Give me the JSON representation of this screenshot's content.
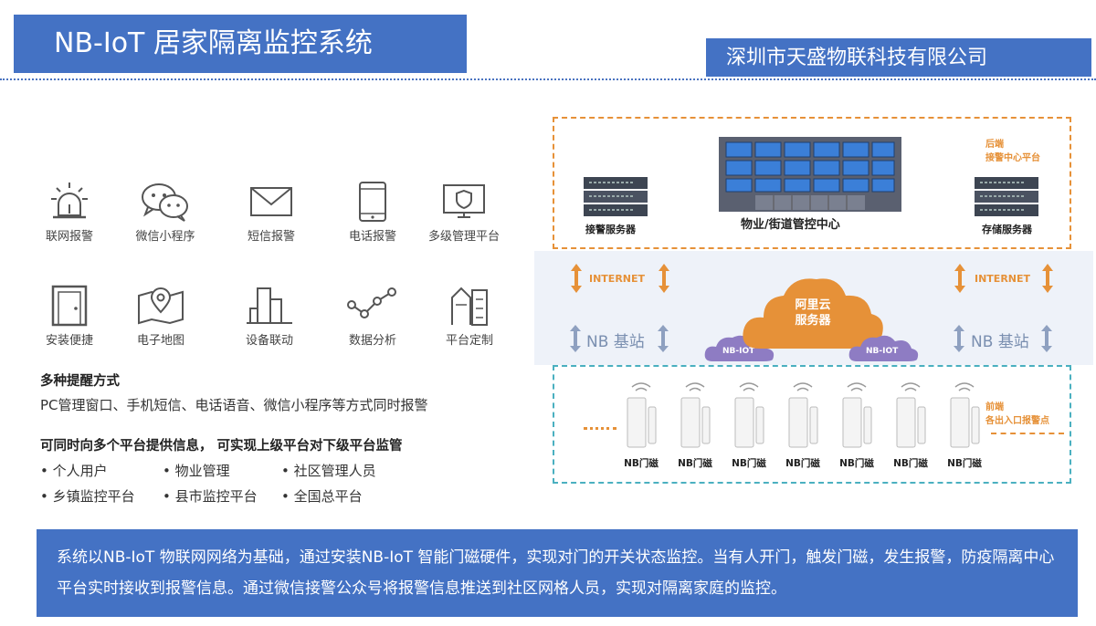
{
  "header": {
    "title": "NB-IoT 居家隔离监控系统",
    "company": "深圳市天盛物联科技有限公司"
  },
  "features": [
    {
      "label": "联网报警",
      "icon": "alarm-light-icon"
    },
    {
      "label": "微信小程序",
      "icon": "wechat-icon"
    },
    {
      "label": "短信报警",
      "icon": "envelope-icon"
    },
    {
      "label": "电话报警",
      "icon": "phone-icon"
    },
    {
      "label": "多级管理平台",
      "icon": "monitor-shield-icon"
    },
    {
      "label": "安装便捷",
      "icon": "door-icon"
    },
    {
      "label": "电子地图",
      "icon": "map-pin-icon"
    },
    {
      "label": "设备联动",
      "icon": "buildings-icon"
    },
    {
      "label": "数据分析",
      "icon": "data-nodes-icon"
    },
    {
      "label": "平台定制",
      "icon": "building-platform-icon"
    }
  ],
  "alert_methods": {
    "heading": "多种提醒方式",
    "text": "PC管理窗口、手机短信、电话语音、微信小程序等方式同时报警"
  },
  "platforms": {
    "heading": "可同时向多个平台提供信息， 可实现上级平台对下级平台监管",
    "items": [
      "• 个人用户",
      "• 物业管理",
      "• 社区管理人员",
      "• 乡镇监控平台",
      "• 县市监控平台",
      "• 全国总平台"
    ]
  },
  "diagram": {
    "alarm_server": "接警服务器",
    "control_center": "物业/街道管控中心",
    "storage_server": "存储服务器",
    "backend_label_1": "后端",
    "backend_label_2": "接警中心平台",
    "internet_left": "INTERNET",
    "internet_right": "INTERNET",
    "cloud_line_1": "阿里云",
    "cloud_line_2": "服务器",
    "nb_iot_left": "NB-IOT",
    "nb_iot_right": "NB-IOT",
    "nb_station_left": "NB 基站",
    "nb_station_right": "NB 基站",
    "frontend_label_1": "前端",
    "frontend_label_2": "各出入口报警点",
    "door_sensors": [
      "NB门磁",
      "NB门磁",
      "NB门磁",
      "NB门磁",
      "NB门磁",
      "NB门磁",
      "NB门磁"
    ]
  },
  "description": "系统以NB-IoT 物联网网络为基础，通过安装NB-IoT 智能门磁硬件，实现对门的开关状态监控。当有人开门，触发门磁，发生报警，防疫隔离中心平台实时接收到报警信息。通过微信接警公众号将报警信息推送到社区网格人员，实现对隔离家庭的监控。",
  "colors": {
    "brand_blue": "#4472c4",
    "orange": "#e69138",
    "teal": "#4ab0c0",
    "cloud_purple": "#8e7cc3"
  }
}
